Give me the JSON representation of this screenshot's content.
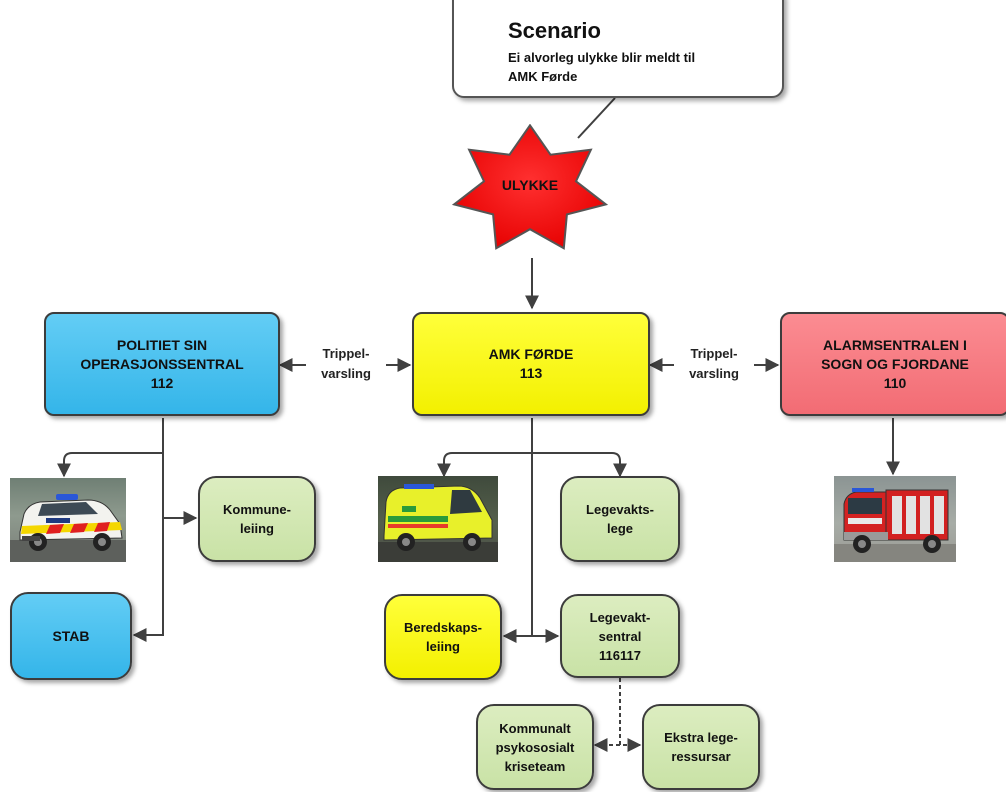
{
  "scenario": {
    "title": "Scenario",
    "text_line1": "Ei alvorleg ulykke blir meldt til",
    "text_line2": "AMK Førde"
  },
  "accident": {
    "label": "ULYKKE",
    "color": "#ff1a1a"
  },
  "nodes": {
    "police": {
      "line1": "POLITIET SIN",
      "line2": "OPERASJONSSENTRAL",
      "line3": "112",
      "color": "#3cbcee"
    },
    "amk": {
      "line1": "AMK FØRDE",
      "line2": "113",
      "color": "#ffff00"
    },
    "fire": {
      "line1": "ALARMSENTRALEN I",
      "line2": "SOGN OG FJORDANE",
      "line3": "110",
      "color": "#f47a80"
    },
    "kommune": {
      "line1": "Kommune-",
      "line2": "leiing"
    },
    "stab": {
      "label": "STAB"
    },
    "legevaktslege": {
      "line1": "Legevakts-",
      "line2": "lege"
    },
    "beredskap": {
      "line1": "Beredskaps-",
      "line2": "leiing"
    },
    "legevaktsentral": {
      "line1": "Legevakt-",
      "line2": "sentral",
      "line3": "116117"
    },
    "krisetema": {
      "line1": "Kommunalt",
      "line2": "psykososialt",
      "line3": "kriseteam"
    },
    "ekstra": {
      "line1": "Ekstra lege-",
      "line2": "ressursar"
    }
  },
  "edge_labels": {
    "left": {
      "line1": "Trippel-",
      "line2": "varsling"
    },
    "right": {
      "line1": "Trippel-",
      "line2": "varsling"
    }
  },
  "photos": {
    "police_car": "police-car",
    "ambulance": "ambulance",
    "fire_truck": "fire-truck"
  },
  "colors": {
    "line": "#404040",
    "green_fill": "#cfe5b0"
  }
}
